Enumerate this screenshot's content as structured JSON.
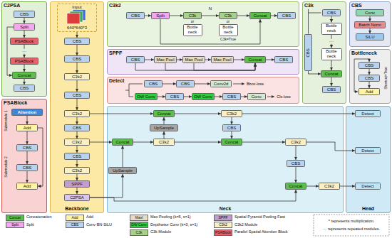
{
  "diagram": {
    "nodes": [
      {
        "text": [
          "C2PSA"
        ]
      },
      {
        "text": [
          "CBS"
        ],
        "in": 0
      },
      {
        "text": [
          "Split"
        ],
        "in": 0
      },
      {
        "text": [
          "PSABlock"
        ],
        "in": 0
      },
      {
        "text": [
          "PSABlock"
        ],
        "in": 0
      },
      {
        "text": [
          "Concat"
        ],
        "in": 0
      },
      {
        "text": [
          "CBS"
        ],
        "in": 0
      },
      {
        "text": [
          "PSABlock"
        ]
      },
      {
        "text": [
          "Attention"
        ],
        "in": 7
      },
      {
        "text": [
          "Add"
        ],
        "in": 7
      },
      {
        "text": [
          "CBS"
        ],
        "in": 7
      },
      {
        "text": [
          "CBS"
        ],
        "in": 7
      },
      {
        "text": [
          "Add"
        ],
        "in": 7
      },
      {
        "text": [
          "Backbone"
        ]
      },
      {
        "text": [
          "Input",
          "640*640*3"
        ],
        "in": 13
      },
      {
        "text": [
          "CBS"
        ],
        "in": 13
      },
      {
        "text": [
          "CBS"
        ],
        "in": 13
      },
      {
        "text": [
          "C3k2"
        ],
        "in": 13
      },
      {
        "text": [
          "CBS"
        ],
        "in": 13
      },
      {
        "text": [
          "C3k2"
        ],
        "in": 13
      },
      {
        "text": [
          "CBS"
        ],
        "in": 13
      },
      {
        "text": [
          "C3k2"
        ],
        "in": 13
      },
      {
        "text": [
          "CBS"
        ],
        "in": 13
      },
      {
        "text": [
          "C3k2"
        ],
        "in": 13
      },
      {
        "text": [
          "SPPF"
        ],
        "in": 13
      },
      {
        "text": [
          "C2PSA"
        ],
        "in": 13
      },
      {
        "text": [
          "C3k2"
        ]
      },
      {
        "text": [
          "CBS"
        ],
        "in": 26
      },
      {
        "text": [
          "Split"
        ],
        "in": 26
      },
      {
        "text": [
          "C3k"
        ],
        "in": 26
      },
      {
        "text": [
          "Bottle neck"
        ],
        "in": 26
      },
      {
        "text": [
          "C3k"
        ],
        "in": 26
      },
      {
        "text": [
          "Bottle neck"
        ],
        "in": 26
      },
      {
        "text": [
          "Concat"
        ],
        "in": 26
      },
      {
        "text": [
          "CBS"
        ],
        "in": 26
      },
      {
        "text": [
          "SPPF"
        ]
      },
      {
        "text": [
          "CBS"
        ],
        "in": 35
      },
      {
        "text": [
          "Max Pool"
        ],
        "in": 35
      },
      {
        "text": [
          "Max Pool"
        ],
        "in": 35
      },
      {
        "text": [
          "Max Pool"
        ],
        "in": 35
      },
      {
        "text": [
          "Concat"
        ],
        "in": 35
      },
      {
        "text": [
          "CBS"
        ],
        "in": 35
      },
      {
        "text": [
          "Detect"
        ]
      },
      {
        "text": [
          "CBS"
        ],
        "in": 42
      },
      {
        "text": [
          "CBS"
        ],
        "in": 42
      },
      {
        "text": [
          "Conv2d"
        ],
        "in": 42
      },
      {
        "text": [
          "DW Conv"
        ],
        "in": 42
      },
      {
        "text": [
          "CBS"
        ],
        "in": 42
      },
      {
        "text": [
          "DW Conv"
        ],
        "in": 42
      },
      {
        "text": [
          "CBS"
        ],
        "in": 42
      },
      {
        "text": [
          "Conv."
        ],
        "in": 42
      },
      {
        "text": [
          "C3k"
        ]
      },
      {
        "text": [
          "CBS"
        ],
        "in": 51
      },
      {
        "text": [
          "CBS"
        ],
        "in": 51
      },
      {
        "text": [
          "Bottle neck"
        ],
        "in": 51
      },
      {
        "text": [
          "Bottle neck"
        ],
        "in": 51
      },
      {
        "text": [
          "Concat"
        ],
        "in": 51
      },
      {
        "text": [
          "CBS"
        ],
        "in": 51
      },
      {
        "text": [
          "CBS"
        ]
      },
      {
        "text": [
          "Conv"
        ],
        "in": 58
      },
      {
        "text": [
          "Batch Norm"
        ],
        "in": 58
      },
      {
        "text": [
          "SiLU"
        ],
        "in": 58
      },
      {
        "text": [
          "Bottleneck"
        ]
      },
      {
        "text": [
          "CBS"
        ],
        "in": 62
      },
      {
        "text": [
          "CBS"
        ],
        "in": 62
      },
      {
        "text": [
          "Add"
        ],
        "in": 62
      },
      {
        "text": [
          "Neck"
        ]
      },
      {
        "text": [
          "Concat"
        ],
        "in": 66
      },
      {
        "text": [
          "C3k2"
        ],
        "in": 66
      },
      {
        "text": [
          "UpSample"
        ],
        "in": 66
      },
      {
        "text": [
          "Concat"
        ],
        "in": 66
      },
      {
        "text": [
          "C3k2"
        ],
        "in": 66
      },
      {
        "text": [
          "CBS"
        ],
        "in": 66
      },
      {
        "text": [
          "Concat"
        ],
        "in": 66
      },
      {
        "text": [
          "C3k2"
        ],
        "in": 66
      },
      {
        "text": [
          "CBS"
        ],
        "in": 66
      },
      {
        "text": [
          "UpSample"
        ],
        "in": 66
      },
      {
        "text": [
          "Concat"
        ],
        "in": 66
      },
      {
        "text": [
          "C3k2"
        ],
        "in": 66
      },
      {
        "text": [
          "Head"
        ]
      },
      {
        "text": [
          "Detect"
        ],
        "in": 79
      },
      {
        "text": [
          "Detect"
        ],
        "in": 79
      },
      {
        "text": [
          "Detect"
        ],
        "in": 79
      }
    ],
    "edges": [
      {
        "from": 1,
        "to": 2,
        "arrow": "to"
      },
      {
        "from": 2,
        "to": 3,
        "arrow": "to"
      },
      {
        "from": 3,
        "to": 4,
        "arrow": "to"
      },
      {
        "from": 4,
        "to": 5,
        "arrow": "to"
      },
      {
        "from": 5,
        "to": 6,
        "arrow": "to"
      },
      {
        "from": 2,
        "to": 5,
        "arrow": "to"
      },
      {
        "from": 8,
        "to": 9,
        "arrow": "to"
      },
      {
        "from": 9,
        "to": 10,
        "arrow": "to"
      },
      {
        "from": 10,
        "to": 11,
        "arrow": "to"
      },
      {
        "from": 11,
        "to": 12,
        "arrow": "to"
      },
      {
        "from": 9,
        "to": 12,
        "arrow": "to"
      },
      {
        "from": 14,
        "to": 15,
        "arrow": "to"
      },
      {
        "from": 15,
        "to": 16,
        "arrow": "to"
      },
      {
        "from": 16,
        "to": 17,
        "arrow": "to"
      },
      {
        "from": 17,
        "to": 18,
        "arrow": "to"
      },
      {
        "from": 18,
        "to": 19,
        "arrow": "to"
      },
      {
        "from": 19,
        "to": 20,
        "arrow": "to"
      },
      {
        "from": 20,
        "to": 21,
        "arrow": "to"
      },
      {
        "from": 21,
        "to": 22,
        "arrow": "to"
      },
      {
        "from": 22,
        "to": 23,
        "arrow": "to"
      },
      {
        "from": 23,
        "to": 24,
        "arrow": "to"
      },
      {
        "from": 24,
        "to": 25,
        "arrow": "to"
      },
      {
        "from": 27,
        "to": 28,
        "arrow": "to"
      },
      {
        "from": 28,
        "to": 29,
        "arrow": "to"
      },
      {
        "from": 29,
        "to": 31,
        "arrow": "to"
      },
      {
        "from": 31,
        "to": 33,
        "arrow": "to"
      },
      {
        "from": 33,
        "to": 34,
        "arrow": "to"
      },
      {
        "from": 28,
        "to": 33,
        "arrow": "to"
      },
      {
        "from": 36,
        "to": 37,
        "arrow": "to"
      },
      {
        "from": 37,
        "to": 38,
        "arrow": "to"
      },
      {
        "from": 38,
        "to": 39,
        "arrow": "to"
      },
      {
        "from": 39,
        "to": 40,
        "arrow": "to"
      },
      {
        "from": 40,
        "to": 41,
        "arrow": "to"
      },
      {
        "from": 36,
        "to": 40,
        "arrow": "to"
      },
      {
        "from": 37,
        "to": 40,
        "arrow": "to"
      },
      {
        "from": 38,
        "to": 40,
        "arrow": "to"
      },
      {
        "from": 43,
        "to": 44,
        "arrow": "to"
      },
      {
        "from": 44,
        "to": 45,
        "arrow": "to"
      },
      {
        "from": 46,
        "to": 47,
        "arrow": "to"
      },
      {
        "from": 47,
        "to": 48,
        "arrow": "to"
      },
      {
        "from": 48,
        "to": 49,
        "arrow": "to"
      },
      {
        "from": 49,
        "to": 50,
        "arrow": "to"
      },
      {
        "from": 53,
        "to": 54,
        "arrow": "to"
      },
      {
        "from": 54,
        "to": 55,
        "arrow": "to"
      },
      {
        "from": 55,
        "to": 56,
        "arrow": "to"
      },
      {
        "from": 52,
        "to": 56,
        "arrow": "to"
      },
      {
        "from": 56,
        "to": 57,
        "arrow": "to"
      },
      {
        "from": 59,
        "to": 60,
        "arrow": "to"
      },
      {
        "from": 60,
        "to": 61,
        "arrow": "to"
      },
      {
        "from": 63,
        "to": 64,
        "arrow": "to"
      },
      {
        "from": 64,
        "to": 65,
        "arrow": "to"
      },
      {
        "from": 19,
        "to": 67,
        "arrow": "to"
      },
      {
        "from": 21,
        "to": 70,
        "arrow": "to"
      },
      {
        "from": 25,
        "to": 76,
        "arrow": "to"
      },
      {
        "from": 25,
        "to": 77,
        "arrow": "to"
      },
      {
        "from": 76,
        "to": 70,
        "arrow": "to"
      },
      {
        "from": 70,
        "to": 71,
        "arrow": "to"
      },
      {
        "from": 71,
        "to": 69,
        "arrow": "to"
      },
      {
        "from": 69,
        "to": 67,
        "arrow": "to"
      },
      {
        "from": 67,
        "to": 68,
        "arrow": "to"
      },
      {
        "from": 68,
        "to": 80,
        "arrow": "to"
      },
      {
        "from": 68,
        "to": 72,
        "arrow": "to"
      },
      {
        "from": 72,
        "to": 73,
        "arrow": "to"
      },
      {
        "from": 71,
        "to": 73,
        "arrow": "to"
      },
      {
        "from": 73,
        "to": 74,
        "arrow": "to"
      },
      {
        "from": 74,
        "to": 81,
        "arrow": "to"
      },
      {
        "from": 74,
        "to": 75,
        "arrow": "to"
      },
      {
        "from": 75,
        "to": 77,
        "arrow": "to"
      },
      {
        "from": 77,
        "to": 78,
        "arrow": "to"
      },
      {
        "from": 78,
        "to": 82,
        "arrow": "to"
      }
    ],
    "labels": [
      "···",
      "Submodule 1",
      "Submodule 2",
      "N",
      "or",
      "or",
      "C3k=True",
      "Bbox-loss",
      "Cls-loss",
      "···",
      "Shortcut=True",
      "Concat",
      "Split",
      "Add",
      "CBS",
      "Maxl",
      "DW Conv",
      "C3k",
      "SPPF",
      "C3k2",
      "PSABlock",
      "* represents multiplication.",
      "··· represents repeated modules."
    ],
    "legend": [
      {
        "text": "Concatenation",
        "color": "#5cbf4a"
      },
      {
        "text": "Split",
        "color": "#f4a6f0"
      },
      {
        "text": "Add",
        "color": "#fff4a3"
      },
      {
        "text": "Conv-BN-SiLU",
        "color": "#b9d3ee"
      },
      {
        "text": "Max Pooling (k=5, s=1)",
        "color": "#e6dcc6"
      },
      {
        "text": "Depthwise Conv (k=3, s=1)",
        "color": "#2ecc40"
      },
      {
        "text": "C3k Module",
        "color": "#a9d18e"
      },
      {
        "text": "Spatial Pyramid Pooling-Fast",
        "color": "#c39bd3"
      },
      {
        "text": "C3k2 Module",
        "color": "#fbefc4"
      },
      {
        "text": "Parallel Spatial Attention Block",
        "color": "#e8606a"
      }
    ]
  }
}
